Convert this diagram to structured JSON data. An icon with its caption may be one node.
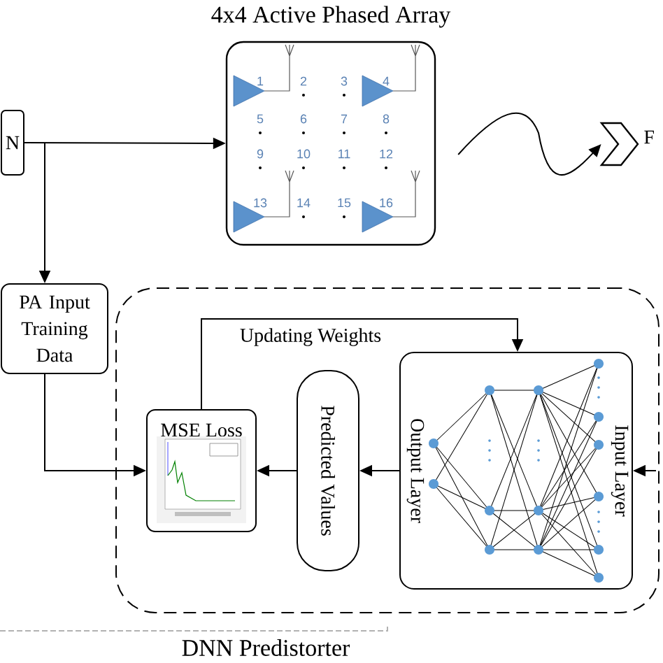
{
  "diagram": {
    "nodes": [
      {
        "text": [
          "N"
        ]
      },
      {
        "text": [
          "4x4 Active Phased Array"
        ]
      },
      {
        "text": [
          "PA Input Training Data"
        ]
      },
      {
        "text": [
          "DNN Predistorter"
        ]
      },
      {
        "text": [
          "MSE Loss"
        ],
        "in": 3
      },
      {
        "text": [
          "Predicted Values"
        ],
        "in": 3
      },
      {
        "text": [
          "Output Layer",
          "Input Layer"
        ],
        "in": 3
      },
      {
        "text": [],
        "shape": "chevron",
        "beside": [
          "F"
        ]
      }
    ],
    "edges": [
      {
        "from": 0,
        "to": 1,
        "arrow": "to"
      },
      {
        "from": 0,
        "to": 2,
        "arrow": "to"
      },
      {
        "from": 2,
        "to": 4,
        "arrow": "to"
      },
      {
        "from": 4,
        "to": 6,
        "arrow": "to",
        "label": "Updating Weights"
      },
      {
        "from": 6,
        "to": 5,
        "arrow": "to"
      },
      {
        "from": 5,
        "to": 4,
        "arrow": "to"
      },
      {
        "from": null,
        "to": 6,
        "arrow": "to"
      },
      {
        "from": 1,
        "to": 7,
        "arrow": "to"
      }
    ],
    "labels": [
      "1",
      "2",
      "3",
      "4",
      "5",
      "6",
      "7",
      "8",
      "9",
      "10",
      "11",
      "12",
      "13",
      "14",
      "15",
      "16"
    ]
  }
}
